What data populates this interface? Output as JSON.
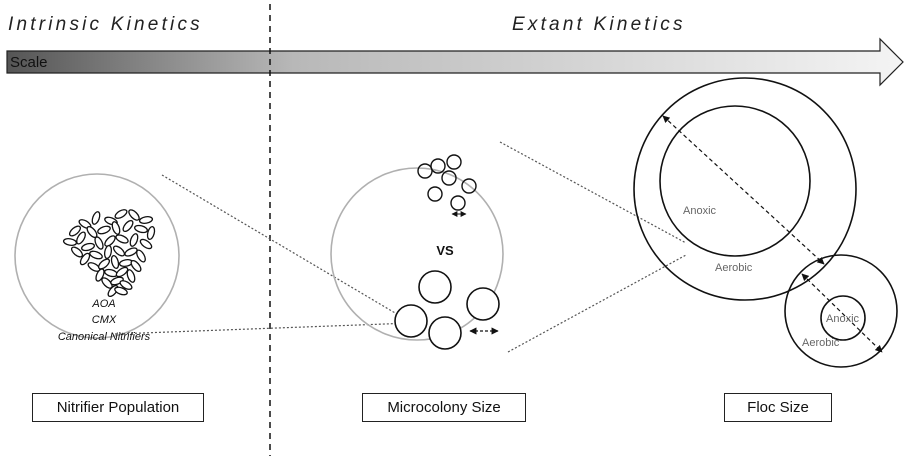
{
  "headers": {
    "left": "Intrinsic Kinetics",
    "right": "Extant Kinetics"
  },
  "scale_bar": {
    "label": "Scale"
  },
  "nitrifier_panel": {
    "lines": [
      "AOA",
      "CMX",
      "Canonical Nitrifiers"
    ],
    "box_label": "Nitrifier Population"
  },
  "microcolony_panel": {
    "vs_label": "VS",
    "box_label": "Microcolony Size"
  },
  "floc_panel": {
    "large_floc": {
      "inner_label": "Anoxic",
      "outer_label": "Aerobic"
    },
    "small_floc": {
      "inner_label": "Anoxic",
      "outer_label": "Aerobic"
    },
    "box_label": "Floc Size"
  },
  "colors": {
    "stroke": "#111111",
    "lens_circle": "#b0b0b0",
    "zone_text": "#666666",
    "arrow_gradient_start": "#555555",
    "arrow_gradient_end": "#f2f2f2"
  }
}
